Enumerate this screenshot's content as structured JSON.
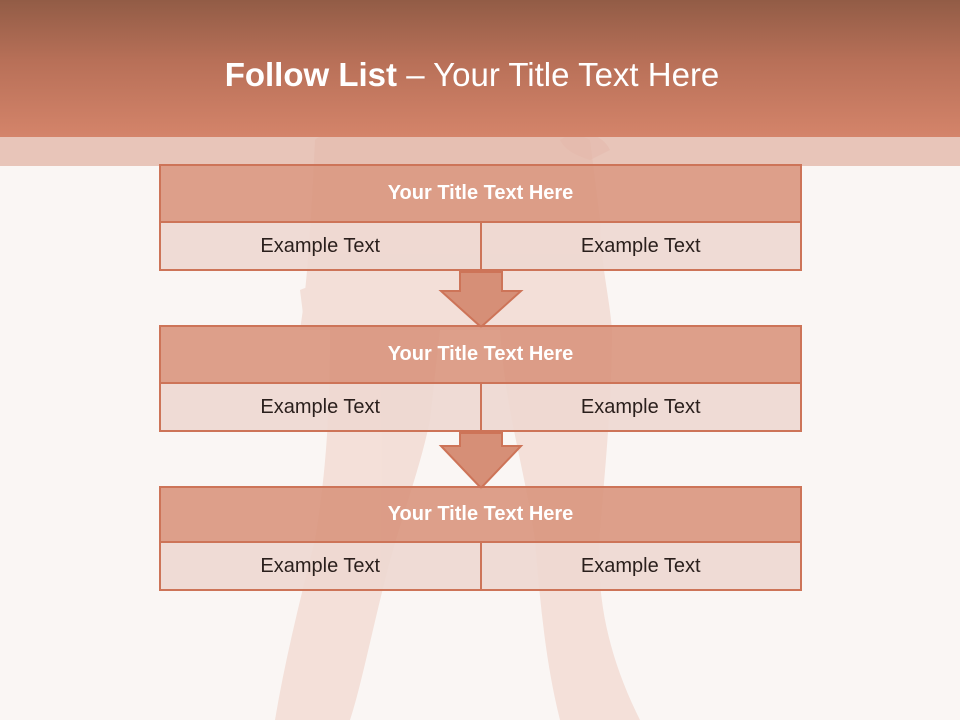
{
  "slide": {
    "title_bold": "Follow List",
    "title_rest": " – Your Title Text Here"
  },
  "steps": [
    {
      "title": "Your Title Text Here",
      "left": "Example Text",
      "right": "Example Text"
    },
    {
      "title": "Your Title Text Here",
      "left": "Example Text",
      "right": "Example Text"
    },
    {
      "title": "Your Title Text Here",
      "left": "Example Text",
      "right": "Example Text"
    }
  ],
  "colors": {
    "header": "#c97b60",
    "box_title": "#d8937b",
    "box_body": "#eed8d1",
    "border": "#cd7458",
    "arrow": "#d68f77"
  },
  "icons": {
    "arrow": "down-arrow-icon"
  }
}
